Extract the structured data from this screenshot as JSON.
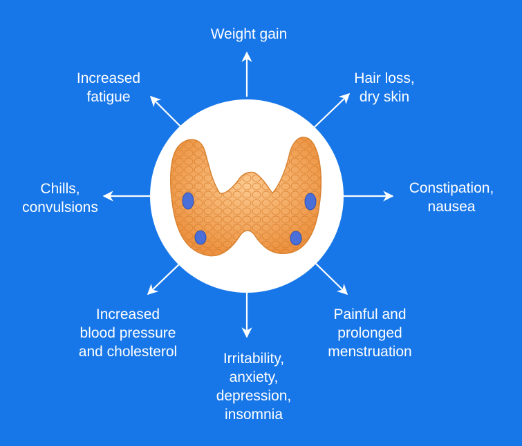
{
  "symptoms": {
    "top": "Weight gain",
    "top_left": "Increased\nfatigue",
    "top_right": "Hair loss,\ndry skin",
    "left": "Chills,\nconvulsions",
    "right": "Constipation,\nnausea",
    "bottom_left": "Increased\nblood pressure\nand cholesterol",
    "bottom": "Irritability,\nanxiety,\ndepression,\ninsomnia",
    "bottom_right": "Painful and\nprolonged\nmenstruation"
  },
  "colors": {
    "background": "#1877e8",
    "circle": "#ffffff",
    "arrow": "#ffffff",
    "gland": "#f2a24f",
    "gland_light": "#fcc98e",
    "nodule": "#4a6fd8"
  },
  "center_image": "thyroid-gland-illustration"
}
